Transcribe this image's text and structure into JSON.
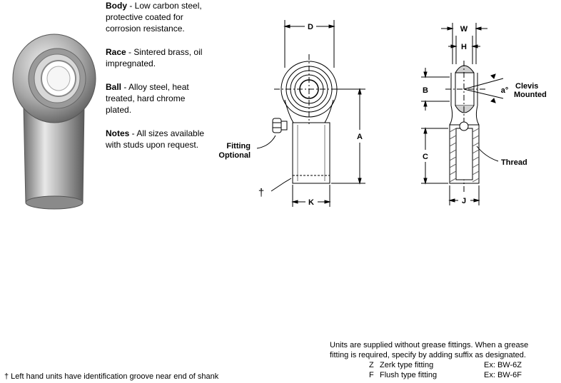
{
  "specs": [
    {
      "term": "Body",
      "text": " - Low carbon steel, protective coated for corrosion resistance."
    },
    {
      "term": "Race",
      "text": " - Sintered brass, oil impregnated."
    },
    {
      "term": "Ball",
      "text": " - Alloy steel, heat treated, hard chrome plated."
    },
    {
      "term": "Notes",
      "text": " - All sizes available with studs upon request."
    }
  ],
  "front_view": {
    "dim_d": "D",
    "dim_a": "A",
    "dim_k": "K",
    "fitting_line1": "Fitting",
    "fitting_line2": "Optional",
    "dagger": "†"
  },
  "side_view": {
    "dim_w": "W",
    "dim_h": "H",
    "dim_b": "B",
    "dim_c": "C",
    "dim_j": "J",
    "angle": "a°",
    "clevis_line1": "Clevis",
    "clevis_line2": "Mounted",
    "thread": "Thread"
  },
  "grease_note": {
    "line1": "Units are supplied without grease fittings.  When a grease",
    "line2": "fitting is required, specify by adding suffix as designated.",
    "options": [
      {
        "code": "Z",
        "desc": "Zerk type fitting",
        "example": "Ex: BW-6Z"
      },
      {
        "code": "F",
        "desc": "Flush type fitting",
        "example": "Ex: BW-6F"
      }
    ]
  },
  "footnote": "† Left hand units have identification groove near end of shank"
}
